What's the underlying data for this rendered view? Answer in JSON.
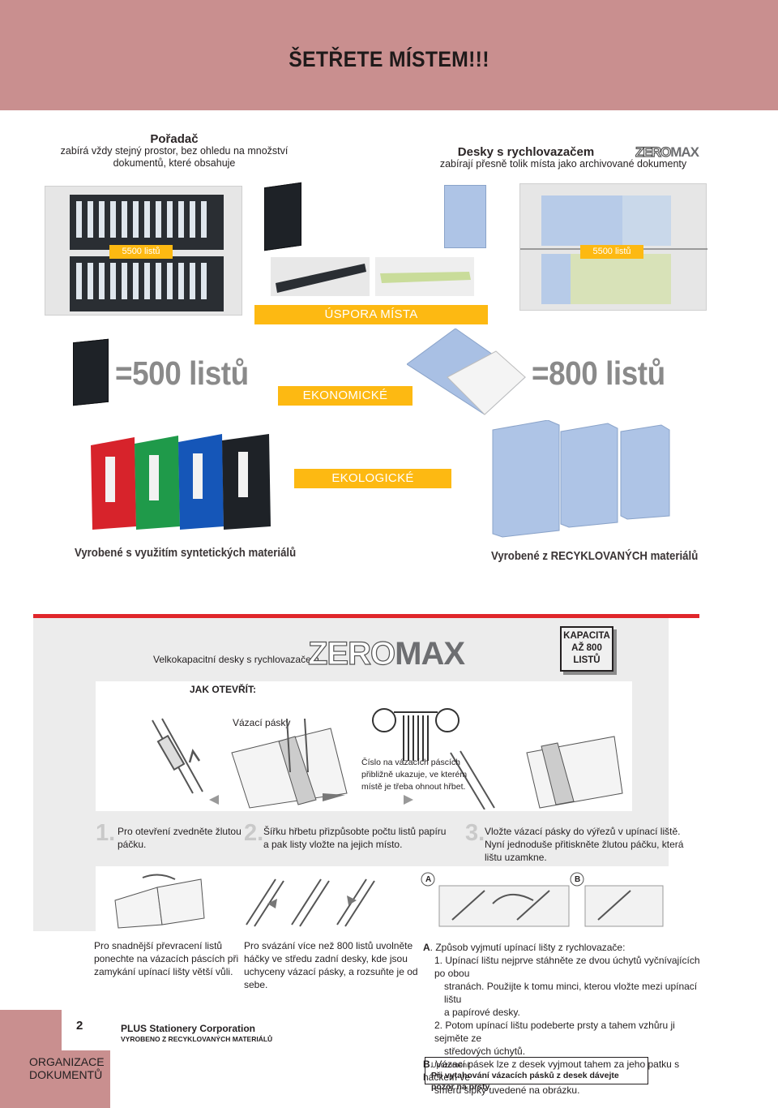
{
  "header": {
    "title": "ŠETŘETE MÍSTEM!!!"
  },
  "comparison": {
    "left_title": "Pořadač",
    "left_caption_1": "zabírá vždy stejný prostor, bez ohledu na množství",
    "left_caption_2": "dokumentů, které obsahuje",
    "right_title": "Desky s rychlovazačem",
    "right_caption": "zabírají přesně tolik místa jako archivované dokumenty",
    "left_sheets_tag": "5500 listů",
    "right_sheets_tag": "5500 listů",
    "space_saving_label": "ÚSPORA MÍSTA",
    "left_capacity": "=500 listů",
    "right_capacity": "=800 listů",
    "economic_label": "EKONOMICKÉ",
    "ecological_label": "EKOLOGICKÉ",
    "left_material": "Vyrobené s využitím syntetických materiálů",
    "right_material": "Vyrobené z RECYKLOVANÝCH materiálů"
  },
  "logo": {
    "zero": "ZERO",
    "max": "MAX"
  },
  "instructions": {
    "product_title": "Velkokapacitní desky s rychlovazačem",
    "capacity_badge": [
      "KAPACITA",
      "AŽ 800",
      "LISTŮ"
    ],
    "how_to_open": "JAK OTEVŘÍT:",
    "binding_strips": "Vázací pásky",
    "strip_numbers_note": [
      "Číslo na vázacích páscích",
      "přibližně ukazuje, ve kterém",
      "místě je třeba ohnout hřbet."
    ],
    "steps": [
      {
        "num": "1.",
        "lines": [
          "Pro otevření zvedněte žlutou",
          "páčku."
        ]
      },
      {
        "num": "2.",
        "lines": [
          "Šířku hřbetu přizpůsobte počtu listů papíru",
          "a pak listy vložte na jejich místo."
        ]
      },
      {
        "num": "3.",
        "lines": [
          "Vložte vázací pásky do výřezů v upínací liště.",
          "Nyní jednoduše přitiskněte žlutou páčku, která",
          "lištu uzamkne."
        ]
      }
    ],
    "tip_left": [
      "Pro snadnější převracení listů",
      "ponechte na vázacích páscích při",
      "zamykání upínací lišty větší vůli."
    ],
    "tip_middle": [
      "Pro svázání více než 800 listů uvolněte",
      "háčky ve středu zadní desky, kde jsou",
      "uchyceny vázací pásky, a rozsuňte je od",
      "sebe."
    ],
    "diagram_labels": {
      "a": "A",
      "b": "B"
    },
    "removal": {
      "a_letter": "A",
      "a_title": ". Způsob vyjmutí upínací lišty z rychlovazače:",
      "a_items": [
        [
          "1. Upínací lištu nejprve stáhněte ze dvou úchytů vyčnívajících po obou",
          "stranách. Použijte k tomu minci, kterou vložte mezi upínací lištu",
          "a papírové desky."
        ],
        [
          "2. Potom upínací lištu podeberte prsty a tahem vzhůru ji sejměte ze",
          "středových úchytů."
        ]
      ],
      "b_letter": "B",
      "b_lines": [
        ". Vázací pásek lze z desek vyjmout tahem za jeho patku s háčkem ve",
        "směru šipky uvedené na obrázku."
      ]
    },
    "warning": {
      "title": "Upozornění:",
      "text": "Při vytahování vázacích pásků z desek dávejte pozor na prsty."
    }
  },
  "footer": {
    "page_number": "2",
    "company": "PLUS Stationery Corporation",
    "recycled_note": "VYROBENO Z RECYKLOVANÝCH MATERIÁLŮ",
    "section": [
      "ORGANIZACE",
      "DOKUMENTŮ"
    ]
  },
  "colors": {
    "header": "#c98f8f",
    "orange": "#fdb912",
    "red_rule": "#e0262b",
    "folder_blue": "#aec4e6"
  }
}
